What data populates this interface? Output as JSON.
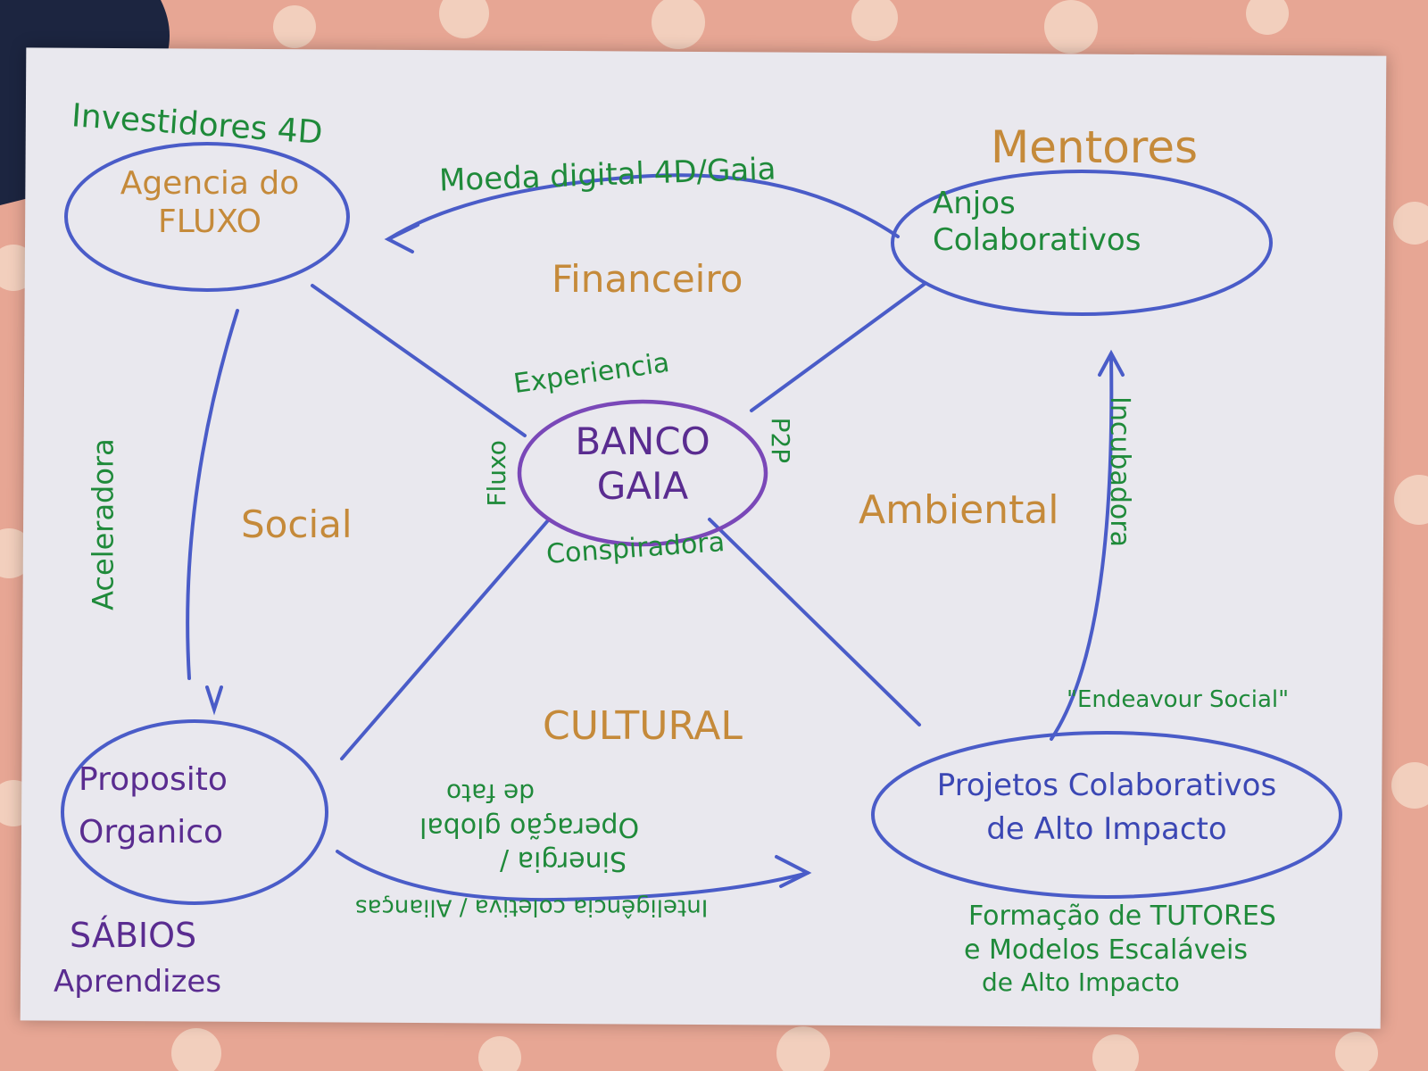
{
  "center": {
    "line1": "BANCO",
    "line2": "GAIA"
  },
  "nodes": {
    "top_left": {
      "header": "Investidores 4D",
      "line1": "Agencia do",
      "line2": "FLUXO"
    },
    "top_right": {
      "header": "Mentores",
      "line1": "Anjos",
      "line2": "Colaborativos"
    },
    "bottom_left": {
      "line1": "Proposito",
      "line2": "Organico",
      "footer_line1": "SÁBIOS",
      "footer_line2": "Aprendizes"
    },
    "bottom_right": {
      "line1": "Projetos Colaborativos",
      "line2": "de Alto Impacto",
      "header": "\"Endeavour Social\"",
      "footer_line1": "Formação de TUTORES",
      "footer_line2": "e Modelos Escaláveis",
      "footer_line3": "de Alto Impacto"
    }
  },
  "dimensions": {
    "top": "Financeiro",
    "left": "Social",
    "right": "Ambiental",
    "bottom": "CULTURAL"
  },
  "arrows": {
    "top": "Moeda digital 4D/Gaia",
    "left": "Aceleradora",
    "right": "Incubadora",
    "bottom_line1": "Inteligência coletiva / Alianças",
    "bottom_line2": "Sinergia /",
    "bottom_line3": "Operação global",
    "bottom_line4": "de fato"
  },
  "center_labels": {
    "top": "Experiencia",
    "left": "Fluxo",
    "right": "P2P",
    "bottom": "Conspiradora"
  },
  "colors": {
    "paper": "#e9e8ee",
    "ink_blue": "#3b47b4",
    "ink_purple": "#5a2c90",
    "ink_green": "#1f8a3a",
    "ink_orange": "#c58a3a"
  }
}
